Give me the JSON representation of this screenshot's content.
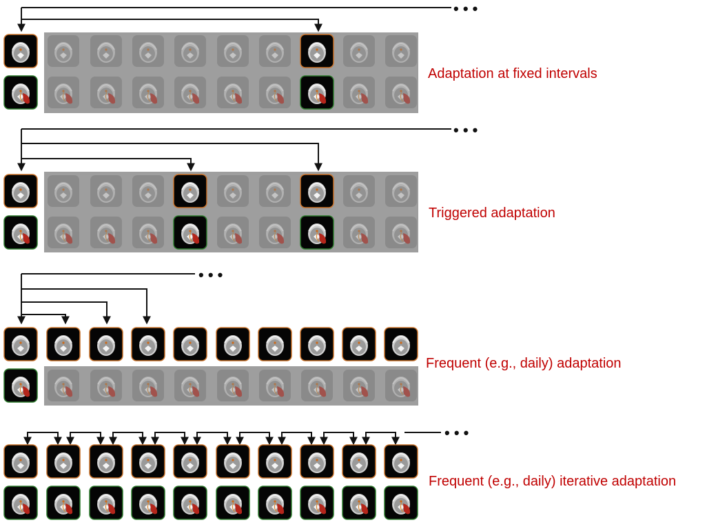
{
  "labels": [
    "Adaptation at fixed intervals",
    "Triggered adaptation",
    "Frequent (e.g., daily) adaptation",
    "Frequent (e.g., daily) iterative adaptation"
  ],
  "ellipsis": "• • •",
  "colors": {
    "label": "#c00000",
    "connector": "#111111",
    "active_tile_bg": "#050505",
    "active_top_border": "#c9722a",
    "active_bottom_border": "#2f7d2f",
    "inactive_panel": "#9e9e9e",
    "inactive_tile": "#8a8a8a",
    "organ_red": "#b4261b"
  },
  "panels": [
    {
      "name": "fixed-intervals",
      "columns": 10,
      "top_active": [
        0,
        7
      ],
      "bottom_active": [
        0,
        7
      ]
    },
    {
      "name": "triggered",
      "columns": 10,
      "top_active": [
        0,
        4,
        7
      ],
      "bottom_active": [
        0,
        4,
        7
      ]
    },
    {
      "name": "frequent-daily",
      "columns": 10,
      "top_active": [
        0,
        1,
        2,
        3,
        4,
        5,
        6,
        7,
        8,
        9
      ],
      "bottom_active": [
        0
      ]
    },
    {
      "name": "frequent-daily-iterative",
      "columns": 10,
      "top_active": [
        0,
        1,
        2,
        3,
        4,
        5,
        6,
        7,
        8,
        9
      ],
      "bottom_active": [
        0,
        1,
        2,
        3,
        4,
        5,
        6,
        7,
        8,
        9
      ]
    }
  ]
}
